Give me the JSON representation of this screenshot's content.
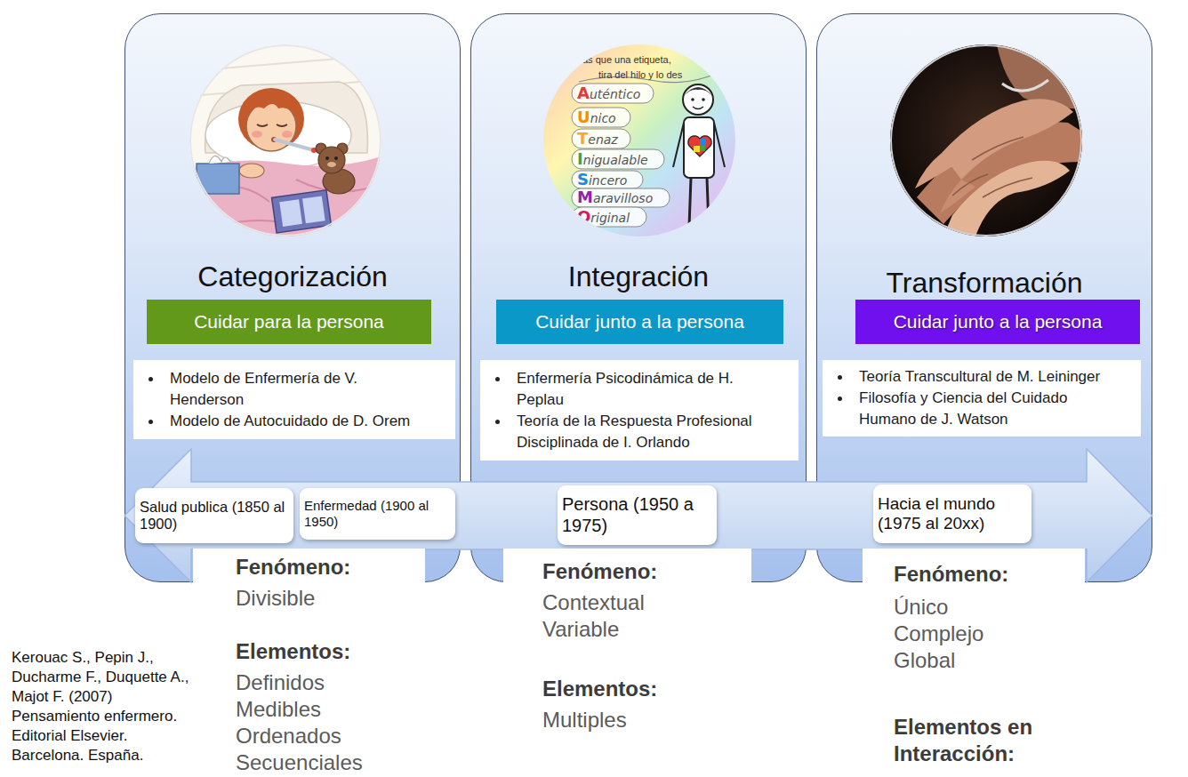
{
  "diagram": {
    "nodes": [
      {
        "text": [
          "Categorización"
        ]
      },
      {
        "text": [
          "Cuidar para la persona"
        ],
        "in": 0
      },
      {
        "text": [
          "Modelo de Enfermería de V. Henderson",
          "Modelo de Autocuidado de D. Orem"
        ],
        "in": 0
      },
      {
        "text": [
          "Integración"
        ]
      },
      {
        "text": [
          "Cuidar junto a la persona"
        ],
        "in": 3
      },
      {
        "text": [
          "Enfermería Psicodinámica de H. Peplau",
          "Teoría de la Respuesta Profesional Disciplinada de I. Orlando"
        ],
        "in": 3
      },
      {
        "text": [
          "Transformación"
        ]
      },
      {
        "text": [
          "Cuidar junto a la persona"
        ],
        "in": 6
      },
      {
        "text": [
          "Teoría Transcultural de M. Leininger",
          "Filosofía y Ciencia del Cuidado Humano de J. Watson"
        ],
        "in": 6
      },
      {
        "text": [
          "Salud publica (1850 al 1900)"
        ]
      },
      {
        "text": [
          "Enfermedad (1900 al 1950)"
        ]
      },
      {
        "text": [
          "Persona (1950 a 1975)"
        ]
      },
      {
        "text": [
          "Hacia el mundo (1975 al 20xx)"
        ]
      },
      {
        "text": [
          "Fenómeno:",
          "Divisible",
          "Elementos:",
          "Definidos",
          "Medibles",
          "Ordenados",
          "Secuenciales"
        ]
      },
      {
        "text": [
          "Fenómeno:",
          "Contextual",
          "Variable",
          "Elementos:",
          "Multiples"
        ]
      },
      {
        "text": [
          "Fenómeno:",
          "Único",
          "Complejo",
          "Global",
          "Elementos en Interacción:"
        ]
      }
    ],
    "labels": [
      "as que una etiqueta,",
      "tira del hilo y lo des",
      "Auténtico",
      "Unico",
      "Tenaz",
      "Inigualable",
      "Sincero",
      "Maravilloso",
      "Original",
      "Kerouac S., Pepin J., Ducharme F., Duquette A., Majot F. (2007) Pensamiento enfermero. Editorial Elsevier. Barcelona. España."
    ]
  }
}
